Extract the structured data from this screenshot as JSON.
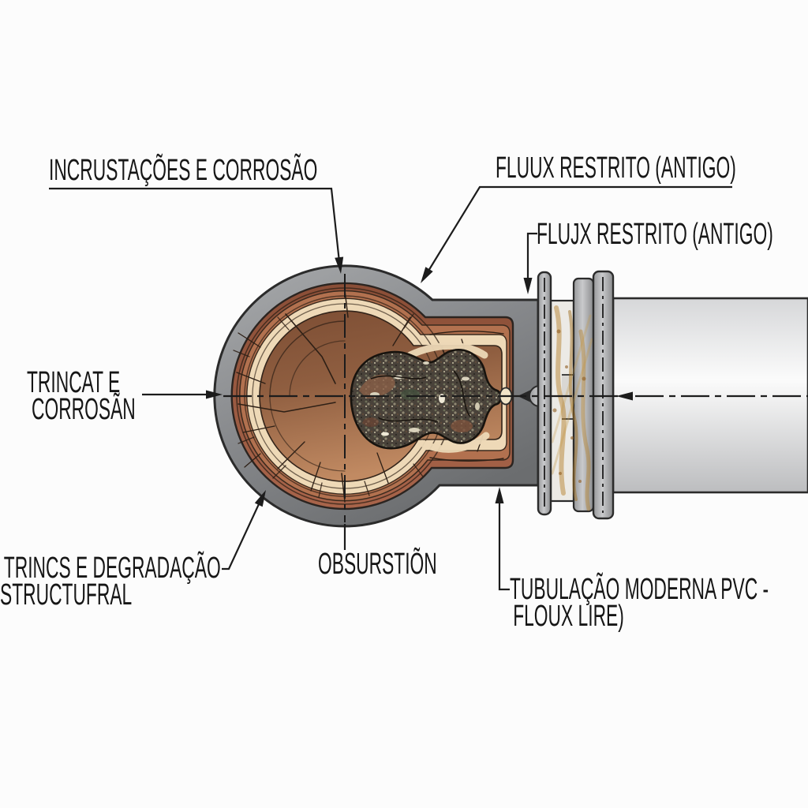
{
  "page": {
    "background": "#fcfcfc",
    "kind": "technical pipe corrosion cross-section diagram"
  },
  "diagram": {
    "labels": {
      "top_left": "INCRUSTAÇÕES E CORROSÃO",
      "top_right": "FLUUX RESTRITO (ANTIGO)",
      "mid_right": "FLUJX RESTRITO (ANTIGO)",
      "left_line1": "TRINCAT E",
      "left_line2": "CORROSÃN",
      "bottom_left_line1": "TRINCS E DEGRADAÇÃO",
      "bottom_left_line2": "STRUCTUFRAL",
      "bottom_center": "OBSURSTIÕN",
      "bottom_right_line1": "TUBULAÇÃO MODERNA PVC -",
      "bottom_right_line2": "FLOUX LIRE)"
    },
    "colors": {
      "line": "#1c1c1c",
      "old_pipe_gray": "#8e9092",
      "flange_gray": "#b4b5b7",
      "pvc_white": "#f2f2f3",
      "corrosion_crust": "#92543a",
      "corrosion_mid": "#b2714f",
      "corrosion_cream": "#eed9b7",
      "corrosion_core": "#8d5c3e",
      "obstruction_dark": "#49423a",
      "flow_hole_cream": "#f1e4c8",
      "rust_stain": "#b5822f"
    }
  }
}
